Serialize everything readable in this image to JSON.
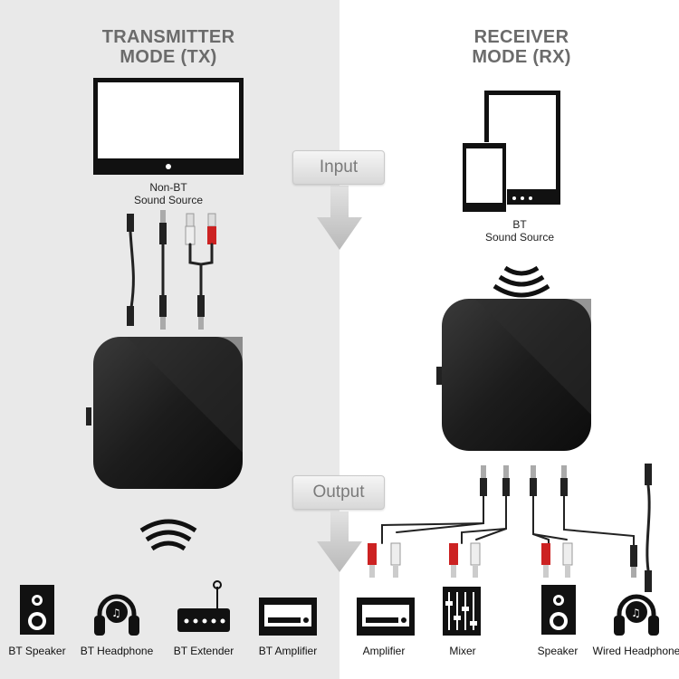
{
  "titles": {
    "tx": {
      "line1": "TRANSMITTER",
      "line2": "MODE (TX)"
    },
    "rx": {
      "line1": "RECEIVER",
      "line2": "MODE (RX)"
    }
  },
  "flow": {
    "input": "Input",
    "output": "Output"
  },
  "sources": {
    "tx": {
      "line1": "Non-BT",
      "line2": "Sound Source"
    },
    "rx": {
      "line1": "BT",
      "line2": "Sound Source"
    }
  },
  "devices": {
    "tx": [
      "BT Speaker",
      "BT Headphone",
      "BT Extender",
      "BT Amplifier"
    ],
    "rx": [
      "Amplifier",
      "Mixer",
      "Speaker",
      "Wired Headphone"
    ]
  },
  "icons": {
    "monitor": "monitor-icon",
    "tablet": "tablet-phone-icon",
    "wireless": "wireless-signal-icon",
    "arrow": "down-arrow-icon",
    "speaker": "speaker-icon",
    "headphone": "headphone-icon",
    "router": "router-icon",
    "amplifier": "amplifier-icon",
    "mixer": "mixer-icon"
  },
  "colors": {
    "left_bg": "#e9e9e9",
    "right_bg": "#ffffff",
    "title": "#6b6b6b",
    "rca_red": "#cc2222",
    "device": "#1a1a1a"
  }
}
